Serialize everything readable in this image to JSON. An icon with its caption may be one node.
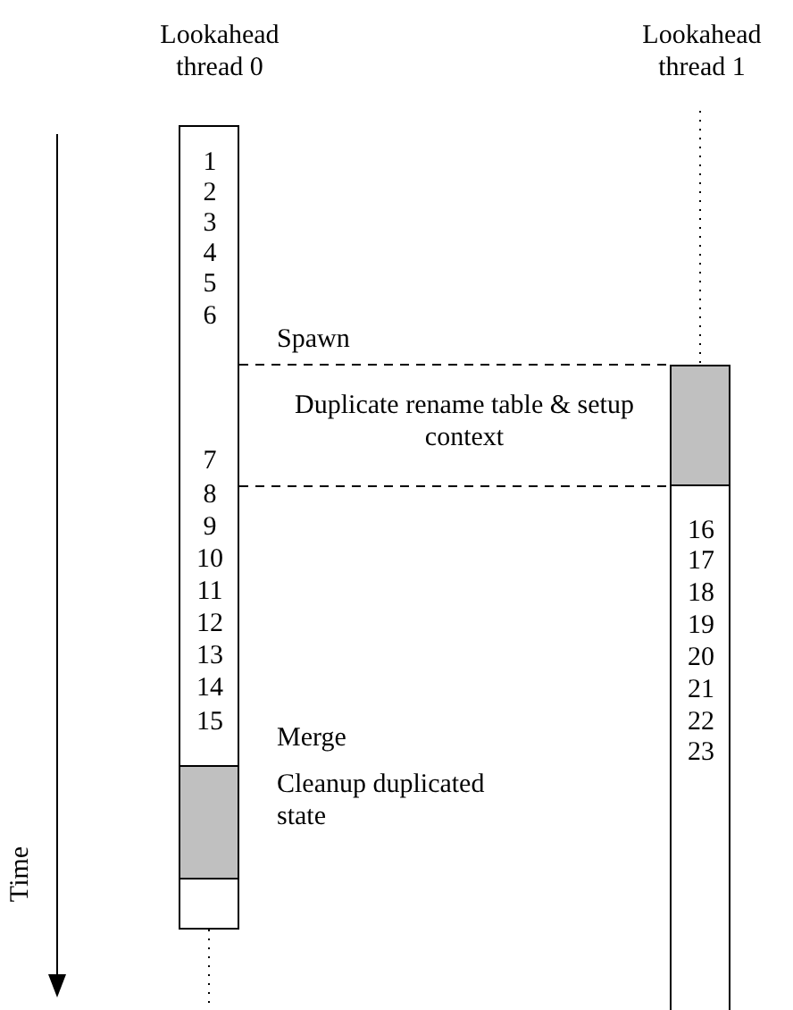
{
  "diagram": {
    "nodes": [
      {
        "text": [
          "Lookahead thread 0",
          "1",
          "2",
          "3",
          "4",
          "5",
          "6",
          "7",
          "8",
          "9",
          "10",
          "11",
          "12",
          "13",
          "14",
          "15"
        ]
      },
      {
        "text": [],
        "shape": "box",
        "in": 0,
        "beside": [
          "Cleanup duplicated state"
        ]
      },
      {
        "text": [
          "Lookahead thread 1",
          "16",
          "17",
          "18",
          "19",
          "20",
          "21",
          "22",
          "23"
        ]
      },
      {
        "text": [],
        "shape": "box",
        "in": 2,
        "beside": [
          "Duplicate rename table & setup context"
        ]
      }
    ],
    "edges": [
      {
        "from": 0,
        "to": 3,
        "arrow": "none",
        "style": "dashed"
      },
      {
        "from": 0,
        "to": 3,
        "arrow": "none",
        "style": "dashed"
      }
    ],
    "labels": [
      "Spawn",
      "Merge",
      "Time"
    ]
  }
}
